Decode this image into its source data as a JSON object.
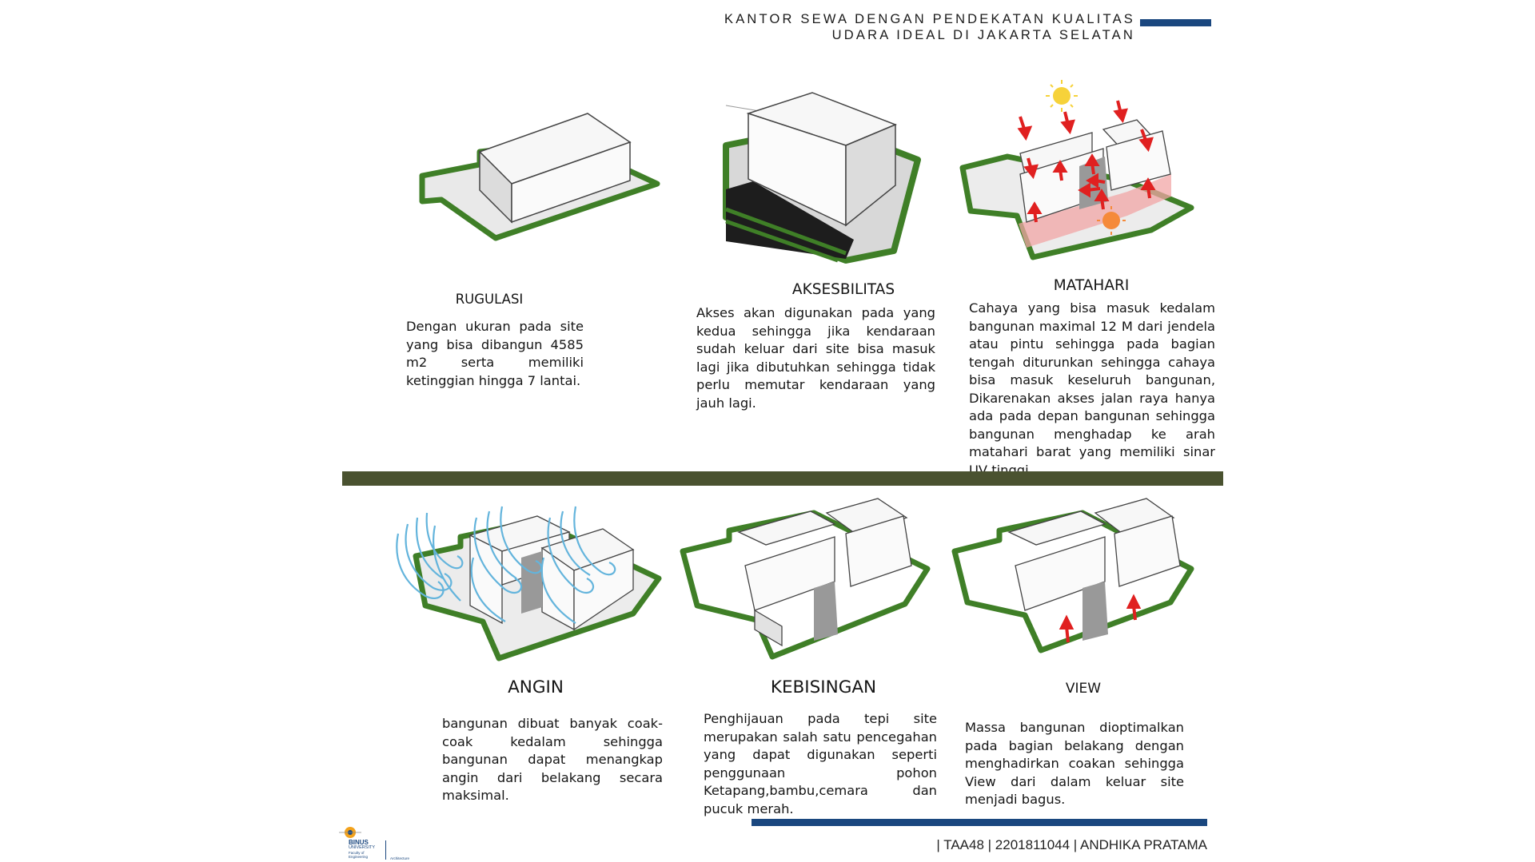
{
  "header": {
    "title_line1": "KANTOR SEWA DENGAN PENDEKATAN KUALITAS",
    "title_line2": "UDARA IDEAL DI JAKARTA SELATAN",
    "accent_color": "#1a477f"
  },
  "sections": {
    "rugulasi": {
      "title": "RUGULASI",
      "text": "Dengan ukuran pada site yang bisa dibangun 4585 m2 serta memiliki ketinggian hingga 7 lantai."
    },
    "aksesbilitas": {
      "title": "AKSESBILITAS",
      "text": "Akses akan digunakan pada yang kedua sehingga jika kendaraan sudah keluar dari site bisa masuk lagi jika dibutuhkan sehingga tidak perlu memutar kendaraan yang jauh lagi."
    },
    "matahari": {
      "title": "MATAHARI",
      "text": "Cahaya yang bisa masuk kedalam bangunan maximal 12 M dari jendela atau pintu sehingga pada bagian tengah diturunkan sehingga cahaya bisa masuk keseluruh bangunan, Dikarenakan akses jalan raya hanya ada pada depan bangunan sehingga bangunan menghadap ke arah matahari barat yang memiliki sinar UV tinggi."
    },
    "angin": {
      "title": "ANGIN",
      "text": "bangunan dibuat banyak coak-coak kedalam sehingga bangunan dapat menangkap angin dari belakang secara maksimal."
    },
    "kebisingan": {
      "title": "KEBISINGAN",
      "text": "Penghijauan pada tepi site merupakan salah satu pencegahan yang dapat digunakan seperti penggunaan pohon Ketapang,bambu,cemara dan pucuk merah."
    },
    "view": {
      "title": "VIEW",
      "text": "Massa bangunan dioptimalkan pada bagian belakang dengan menghadirkan coakan sehingga View dari dalam keluar site menjadi bagus."
    }
  },
  "footer": {
    "info": "| TAA48  | 2201811044  | ANDHIKA PRATAMA",
    "logo": {
      "name": "BINUS",
      "sub": "UNIVERSITY",
      "faculty_line1": "Faculty of",
      "faculty_line2": "Engineering",
      "dept": "Architecture"
    }
  },
  "colors": {
    "site_green": "#5a9e3a",
    "site_border": "#2d5a1e",
    "divider": "#4a5230",
    "arrow_red": "#e02020",
    "wind_blue": "#63b4dc",
    "sun_yellow": "#f6d23a",
    "sun_orange": "#f58a3a"
  }
}
